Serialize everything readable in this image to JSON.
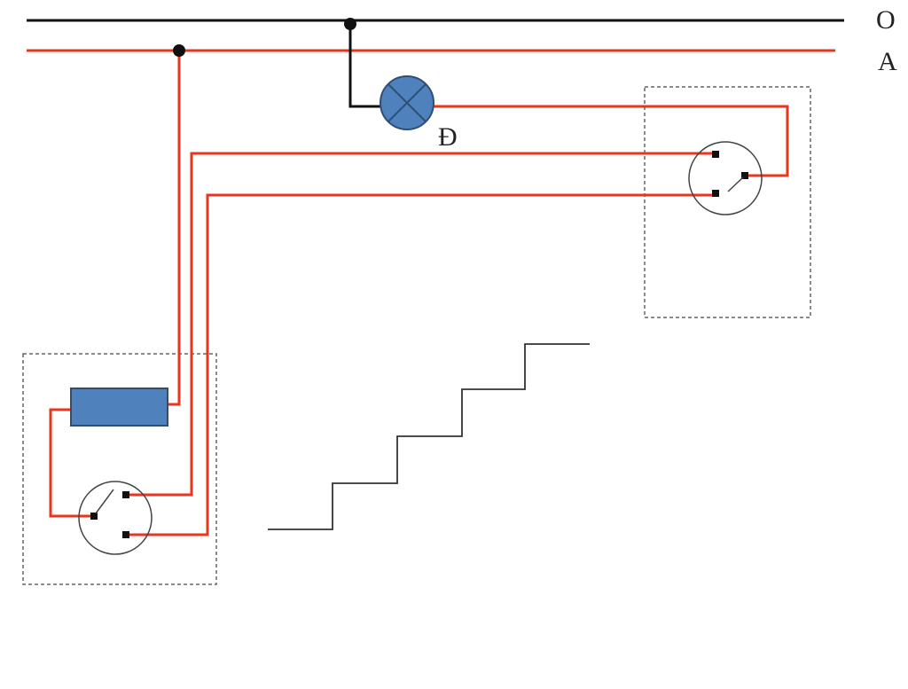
{
  "diagram": {
    "labels": {
      "neutral_line": "O",
      "phase_line": "A",
      "lamp": "Đ"
    },
    "colors": {
      "phase_wire": "#e8351c",
      "neutral_wire": "#111111",
      "component_fill": "#4f81bd",
      "component_stroke": "#2e4f73",
      "switch_circle": "#444444",
      "enclosure_dash": "#666666",
      "stair_line": "#333333"
    },
    "components": {
      "lamp": "lamp-icon",
      "fuse": "fuse-icon",
      "switch_downstairs": "two-way-switch-icon",
      "switch_upstairs": "two-way-switch-icon",
      "stairs": "staircase-icon"
    }
  }
}
